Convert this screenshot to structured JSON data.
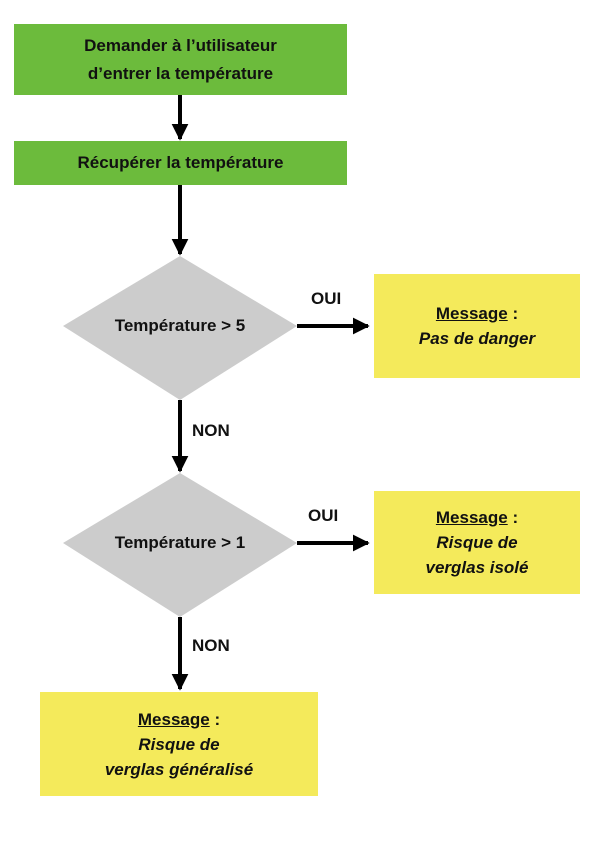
{
  "steps": {
    "ask": [
      "Demander à l’utilisateur",
      "d’entrer la température"
    ],
    "get": "Récupérer la température"
  },
  "decisions": {
    "d1": "Température > 5",
    "d2": "Température > 1"
  },
  "labels": {
    "yes": "OUI",
    "no": "NON"
  },
  "messages": {
    "title": "Message",
    "separator": " :",
    "m1": [
      "Pas de danger"
    ],
    "m2": [
      "Risque de",
      "verglas isolé"
    ],
    "m3": [
      "Risque de",
      "verglas généralisé"
    ]
  },
  "colors": {
    "process": "#6cbb3c",
    "decision": "#cccccc",
    "message": "#f4ea5b",
    "arrow": "#000000"
  }
}
